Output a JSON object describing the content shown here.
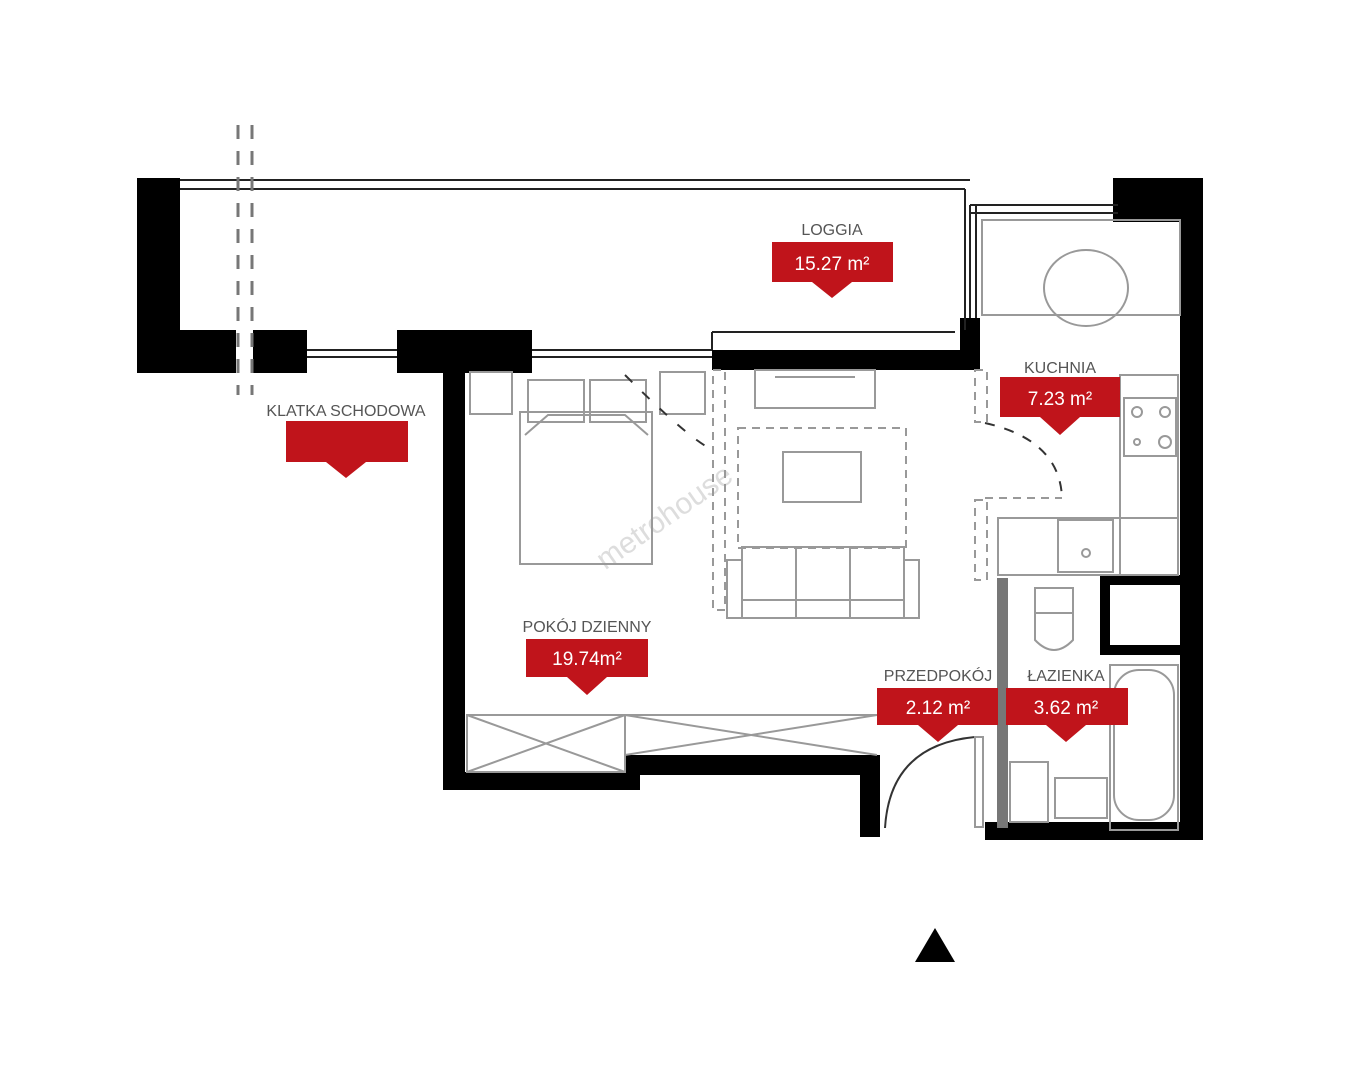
{
  "plan": {
    "watermark": "metrohouse",
    "accent_color": "#c0141b",
    "rooms": [
      {
        "name": "LOGGIA",
        "area": "15.27  m²"
      },
      {
        "name": "KLATKA SCHODOWA",
        "area": ""
      },
      {
        "name": "KUCHNIA",
        "area": "7.23  m²"
      },
      {
        "name": "POKÓJ DZIENNY",
        "area": "19.74m²"
      },
      {
        "name": "PRZEDPOKÓJ",
        "area": "2.12 m²"
      },
      {
        "name": "ŁAZIENKA",
        "area": "3.62 m²"
      }
    ],
    "north_icon": "triangle-up"
  }
}
